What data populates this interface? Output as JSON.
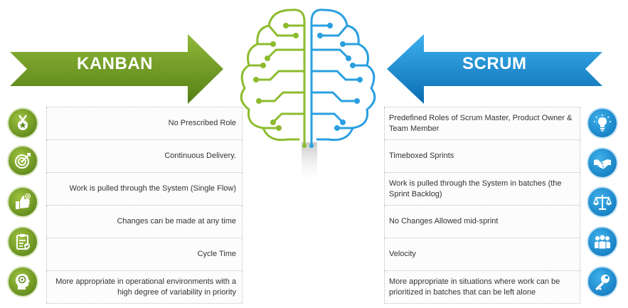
{
  "kanban": {
    "title": "KANBAN",
    "color": "#6e9a1f",
    "rows": [
      "No Prescribed Role",
      "Continuous Delivery.",
      "Work is pulled through the System (Single Flow)",
      "Changes can be made at any time",
      "Cycle Time",
      "More appropriate in operational environments with a high degree of variability in priority"
    ],
    "icons": [
      "medal-icon",
      "target-icon",
      "thumbs-up-icon",
      "checklist-icon",
      "head-target-icon"
    ]
  },
  "scrum": {
    "title": "SCRUM",
    "color": "#1a8fd8",
    "rows": [
      "Predefined Roles of Scrum Master, Product Owner & Team Member",
      "Timeboxed Sprints",
      "Work is pulled through the System in batches (the Sprint Backlog)",
      "No Changes Allowed mid-sprint",
      "Velocity",
      "More appropriate in situations where work can be prioritized in batches that can be left alone"
    ],
    "icons": [
      "lightbulb-icon",
      "handshake-icon",
      "scales-icon",
      "team-icon",
      "key-icon"
    ]
  }
}
